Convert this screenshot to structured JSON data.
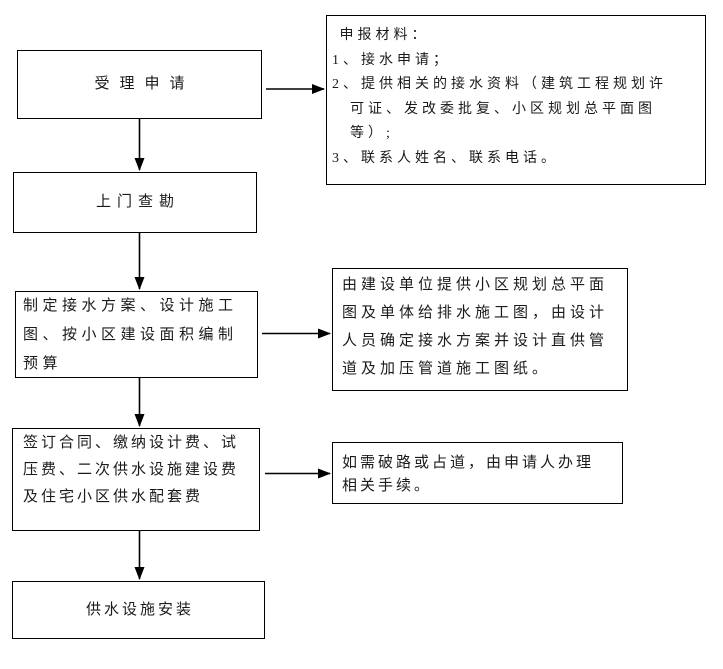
{
  "diagram": {
    "type": "flowchart",
    "colors": {
      "background": "#ffffff",
      "line": "#000000",
      "text": "#1a1a1a"
    },
    "steps": [
      {
        "id": "accept-application",
        "label": "受理申请"
      },
      {
        "id": "site-survey",
        "label": "上门查勘"
      },
      {
        "id": "plan-and-design",
        "label": "制定接水方案、设计施工\n图、按小区建设面积编制\n预算"
      },
      {
        "id": "sign-contract-pay-fees",
        "label": "签订合同、缴纳设计费、试\n压费、二次供水设施建设费\n及住宅小区供水配套费"
      },
      {
        "id": "install-facilities",
        "label": "供水设施安装"
      }
    ],
    "notes": [
      {
        "id": "application-materials",
        "text": " 申报材料：\n1、接水申请；\n2、提供相关的接水资料（建筑工程规划许\n　可证、发改委批复、小区规划总平面图\n　等）;\n3、联系人姓名、联系电话。"
      },
      {
        "id": "design-details",
        "text": "由建设单位提供小区规划总平面\n图及单体给排水施工图，由设计\n人员确定接水方案并设计直供管\n道及加压管道施工图纸。"
      },
      {
        "id": "road-permit",
        "text": "如需破路或占道，由申请人办理\n相关手续。"
      }
    ]
  }
}
